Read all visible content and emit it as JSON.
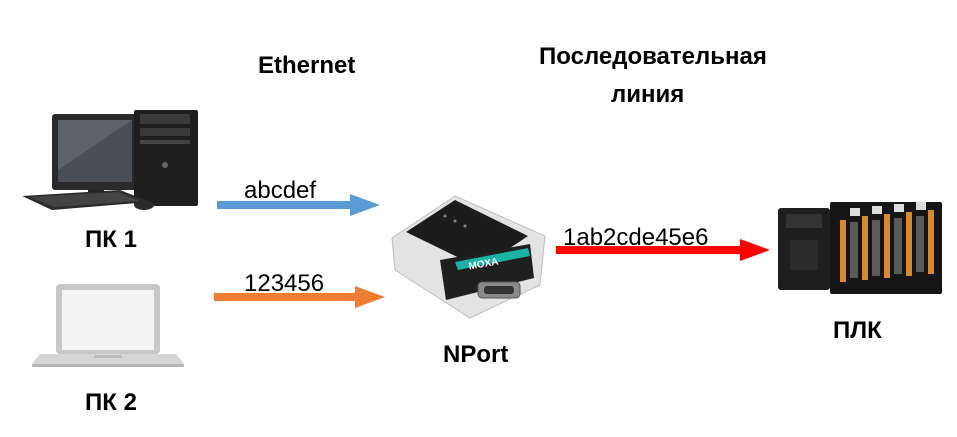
{
  "headers": {
    "ethernet": "Ethernet",
    "serial_line1": "Последовательная",
    "serial_line2": "линия"
  },
  "devices": {
    "pc1": "ПК 1",
    "pc2": "ПК 2",
    "nport": "NPort",
    "plc": "ПЛК"
  },
  "streams": {
    "pc1_data": "abcdef",
    "pc2_data": "123456",
    "serial_data": "1ab2cde45e6"
  },
  "nport_brand": "MOXA",
  "colors": {
    "pc1_arrow": "#5b9bd5",
    "pc2_arrow": "#ed7d31",
    "serial_arrow": "#ff0000",
    "nport_accent": "#1bb3a6"
  }
}
